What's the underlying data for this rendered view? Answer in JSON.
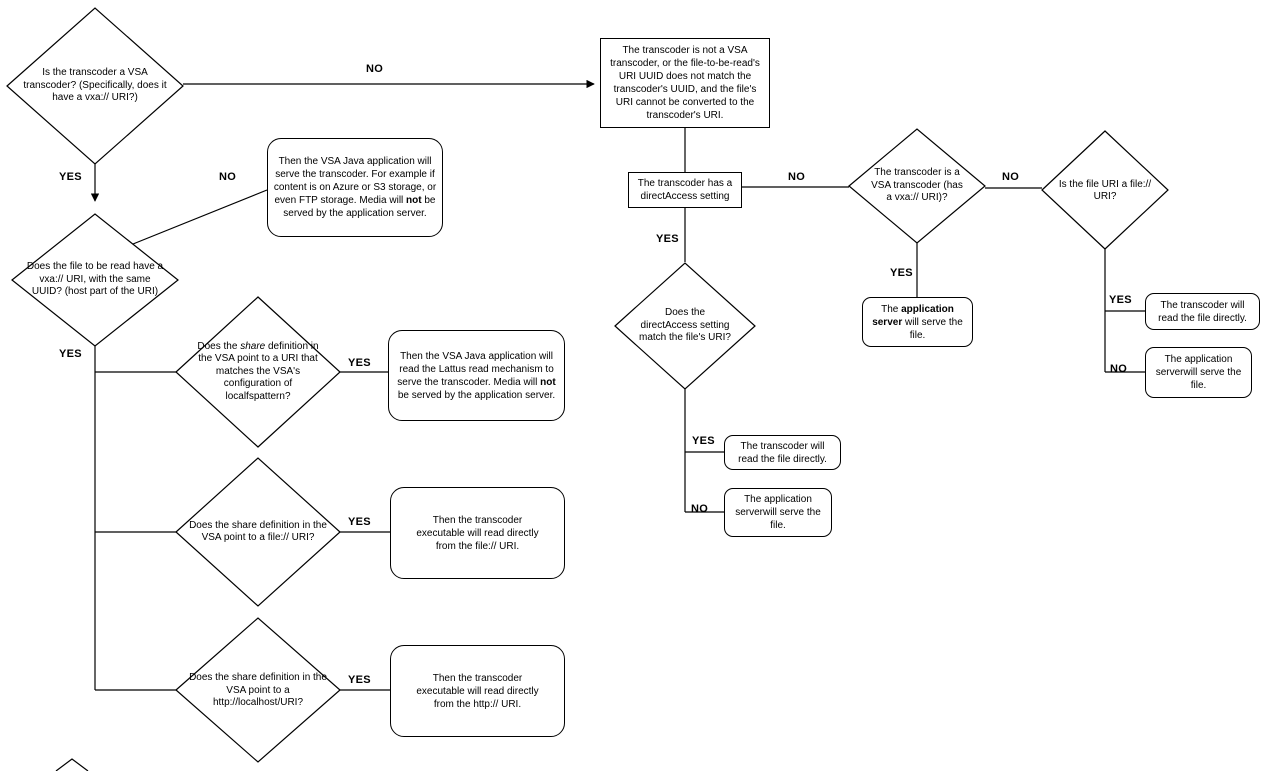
{
  "colors": {
    "line": "#000000",
    "background": "#ffffff"
  },
  "labels": {
    "yes": "YES",
    "no": "NO"
  },
  "nodes": {
    "d1": {
      "text": "Is the transcoder a VSA transcoder? (Specifically, does it have a vxa:// URI?)"
    },
    "r1": {
      "text": "The transcoder is not a VSA transcoder, or the file-to-be-read's URI UUID does not match the transcoder's UUID, and the file's URI cannot be converted to the transcoder's URI."
    },
    "d2": {
      "text": "Does the file to be read have a vxa:// URI, with the same UUID? (host part of the URI)"
    },
    "t1": {
      "pre": "Then the VSA Java application will serve the transcoder. For example if content is on Azure or S3 storage, or even FTP storage. Media will ",
      "bold": "not",
      "post": " be served by the application server."
    },
    "d3": {
      "pre": "Does the ",
      "italic": "share",
      "post": " definition in the VSA point to a URI that matches the VSA's configuration of localfspattern?"
    },
    "t2": {
      "pre": "Then the VSA Java application will read the Lattus read mechanism to serve the transcoder. Media will ",
      "bold": "not",
      "post": " be served by the application server."
    },
    "d4": {
      "text": "Does the share definition in the VSA point to a file:// URI?"
    },
    "t3": {
      "text": "Then the transcoder executable will read directly from the file:// URI."
    },
    "d5": {
      "text": "Does the share definition in the VSA point to a http://localhost/URI?"
    },
    "t4": {
      "text": "Then the transcoder executable will read directly from the http:// URI."
    },
    "p1": {
      "text": "The transcoder has a directAccess setting"
    },
    "d6": {
      "text": "Does the directAccess setting match the file's URI?"
    },
    "t5": {
      "text": "The transcoder will read the file directly."
    },
    "t6": {
      "text": "The application serverwill serve the file."
    },
    "d7": {
      "text": "The transcoder is a VSA transcoder (has a vxa:// URI)?"
    },
    "t7": {
      "pre": "The ",
      "bold": "application server",
      "post": " will serve the file."
    },
    "d8": {
      "text": "Is the file URI a file:// URI?"
    },
    "t8": {
      "text": "The transcoder will read the file directly."
    },
    "t9": {
      "text": "The application serverwill serve the file."
    }
  }
}
